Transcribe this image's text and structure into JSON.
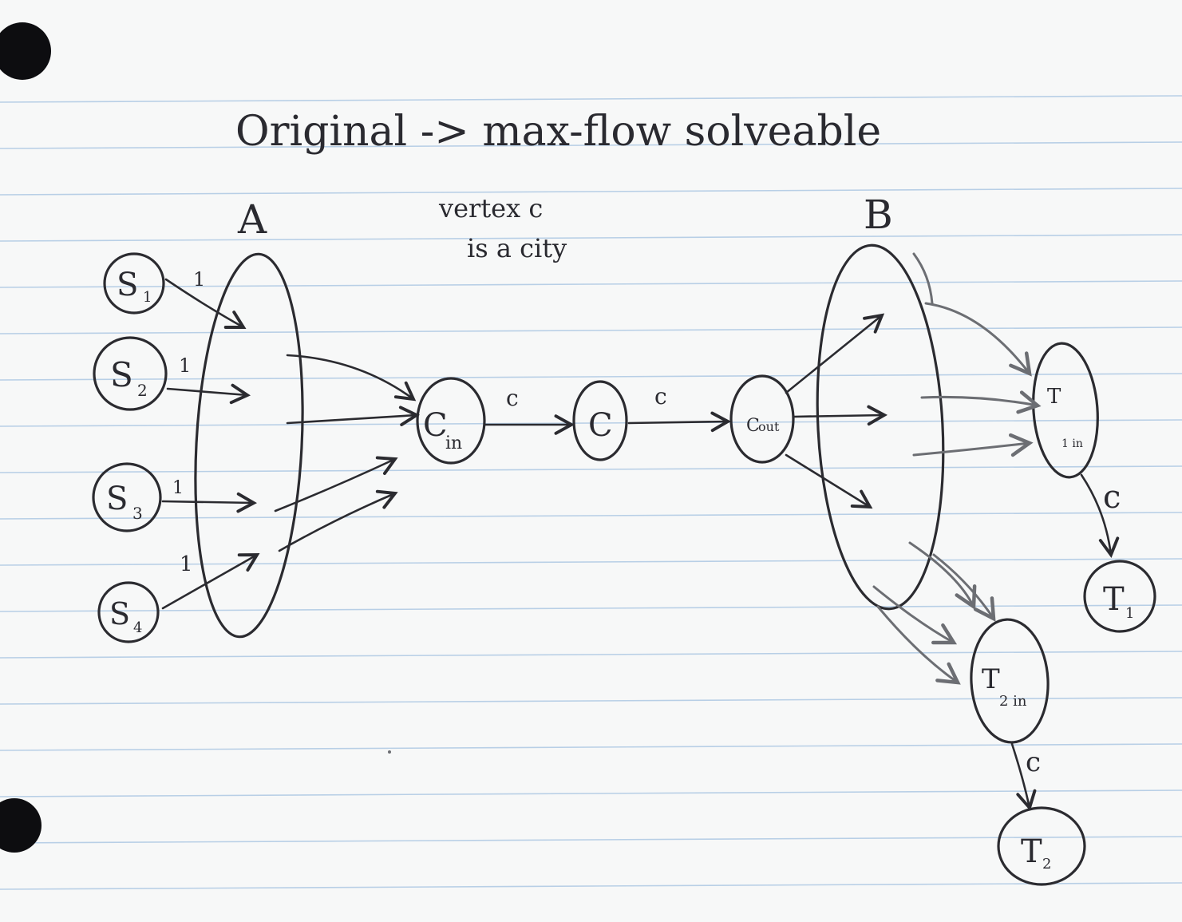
{
  "title": "Original -> max-flow solveable",
  "note": {
    "line1": "vertex c",
    "line2": "is a city"
  },
  "sets": {
    "left": "A",
    "right": "B"
  },
  "sources": [
    {
      "label": "S",
      "sub": "1",
      "edge_capacity": "1"
    },
    {
      "label": "S",
      "sub": "2",
      "edge_capacity": "1"
    },
    {
      "label": "S",
      "sub": "3",
      "edge_capacity": "1"
    },
    {
      "label": "S",
      "sub": "4",
      "edge_capacity": "1"
    }
  ],
  "split_vertex": {
    "in": {
      "label": "C",
      "sub": "in"
    },
    "mid": {
      "label": "C"
    },
    "out": {
      "label": "C",
      "sub": "out"
    },
    "edge_in_mid": "c",
    "edge_mid_out": "c"
  },
  "targets": [
    {
      "in_label": "T",
      "in_sub": "1 in",
      "label": "T",
      "sub": "1",
      "edge_capacity": "c"
    },
    {
      "in_label": "T",
      "in_sub": "2 in",
      "label": "T",
      "sub": "2",
      "edge_capacity": "c"
    }
  ]
}
